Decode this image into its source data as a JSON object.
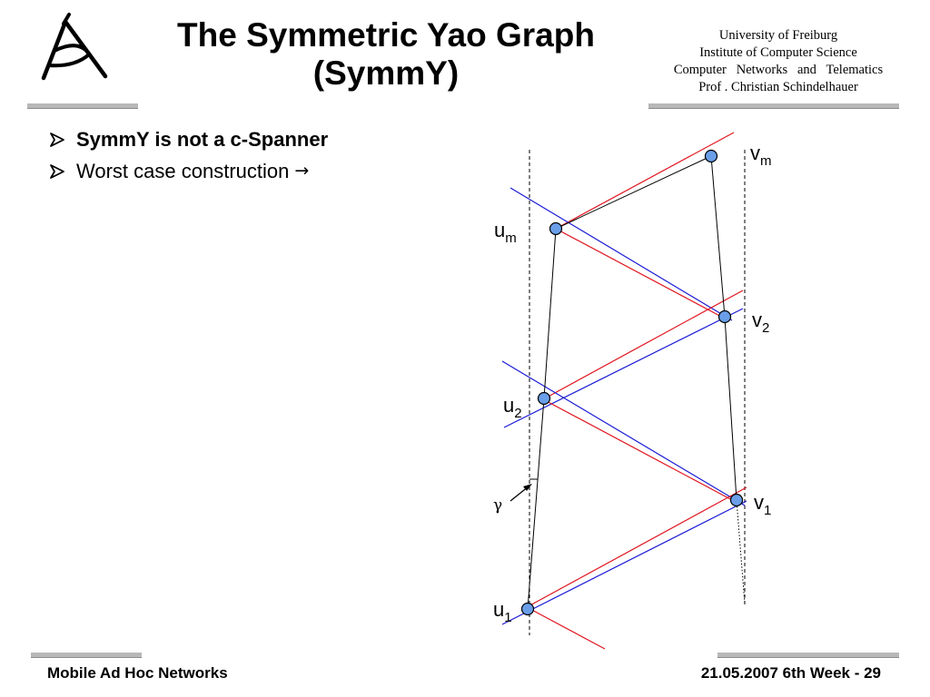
{
  "header": {
    "title_line1": "The Symmetric Yao Graph",
    "title_line2": "(SymmY)",
    "institution": [
      "University of Freiburg",
      "Institute of Computer Science",
      "Computer   Networks   and   Telematics",
      "Prof . Christian Schindelhauer"
    ]
  },
  "bullets": [
    {
      "text": "SymmY is not a c-Spanner",
      "bold": true
    },
    {
      "text": "Worst case construction",
      "symbol": "→",
      "bold": false
    }
  ],
  "diagram": {
    "labels": {
      "vm": {
        "base": "v",
        "sub": "m"
      },
      "um": {
        "base": "u",
        "sub": "m"
      },
      "v2": {
        "base": "v",
        "sub": "2"
      },
      "u2": {
        "base": "u",
        "sub": "2"
      },
      "v1": {
        "base": "v",
        "sub": "1"
      },
      "u1": {
        "base": "u",
        "sub": "1"
      },
      "gamma": "γ"
    },
    "colors": {
      "node_fill": "#6a9ee8",
      "node_stroke": "#000000",
      "red_line": "#e0141e",
      "blue_line": "#1a1ad6",
      "edge": "#000000"
    }
  },
  "footer": {
    "left": "Mobile Ad Hoc Networks",
    "right": "21.05.2007 6th Week - 29"
  },
  "icons": {
    "logo": "university-logo-icon",
    "bullet": "arrowhead-bullet-icon"
  }
}
